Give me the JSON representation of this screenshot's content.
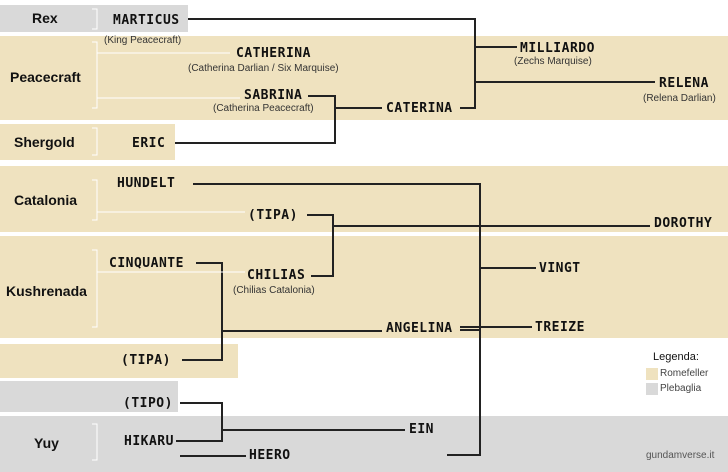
{
  "families": {
    "rex": "Rex",
    "peacecraft": "Peacecraft",
    "shergold": "Shergold",
    "catalonia": "Catalonia",
    "kushrenada": "Kushrenada",
    "yuy": "Yuy"
  },
  "people": {
    "marticus": "MARTICUS",
    "marticus_alias": "(King Peacecraft)",
    "catherina": "CATHERINA",
    "catherina_alias": "(Catherina Darlian / Six Marquise)",
    "sabrina": "SABRINA",
    "sabrina_alias": "(Catherina Peacecraft)",
    "caterina": "CATERINA",
    "milliardo": "MILLIARDO",
    "milliardo_alias": "(Zechs Marquise)",
    "relena": "RELENA",
    "relena_alias": "(Relena Darlian)",
    "eric": "ERIC",
    "hundelt": "HUNDELT",
    "tipa_1": "(TIPA)",
    "dorothy": "DOROTHY",
    "cinquante": "CINQUANTE",
    "chilias": "CHILIAS",
    "chilias_alias": "(Chilias Catalonia)",
    "vingt": "VINGT",
    "angelina": "ANGELINA",
    "treize": "TREIZE",
    "tipa_2": "(TIPA)",
    "tipo": "(TIPO)",
    "hikaru": "HIKARU",
    "ein": "EIN",
    "heero": "HEERO"
  },
  "legend": {
    "title": "Legenda:",
    "romefeller": "Romefeller",
    "plebaglia": "Plebaglia",
    "romefeller_color": "#efe2bf",
    "plebaglia_color": "#d9d9d9"
  },
  "credit": "gundamverse.it"
}
